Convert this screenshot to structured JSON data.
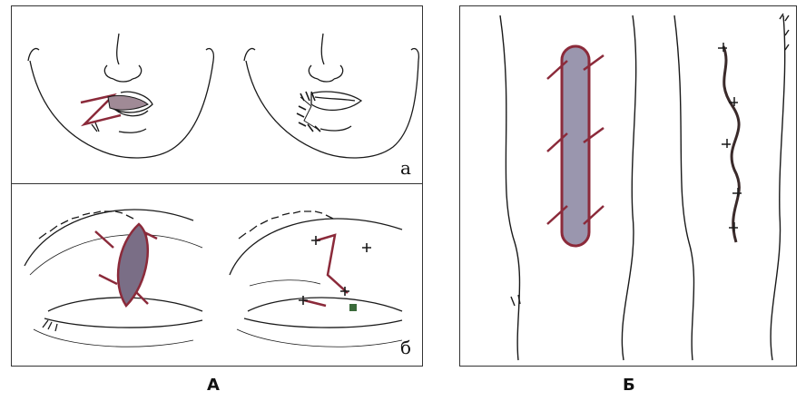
{
  "figure_a": {
    "label": "А",
    "subfig_a_letter": "а",
    "subfig_b_letter": "б"
  },
  "figure_b": {
    "label": "Б"
  },
  "colors": {
    "ink": "#1a1a1a",
    "incision": "#8b2a3a",
    "wound_fill": "#7a6e86"
  }
}
